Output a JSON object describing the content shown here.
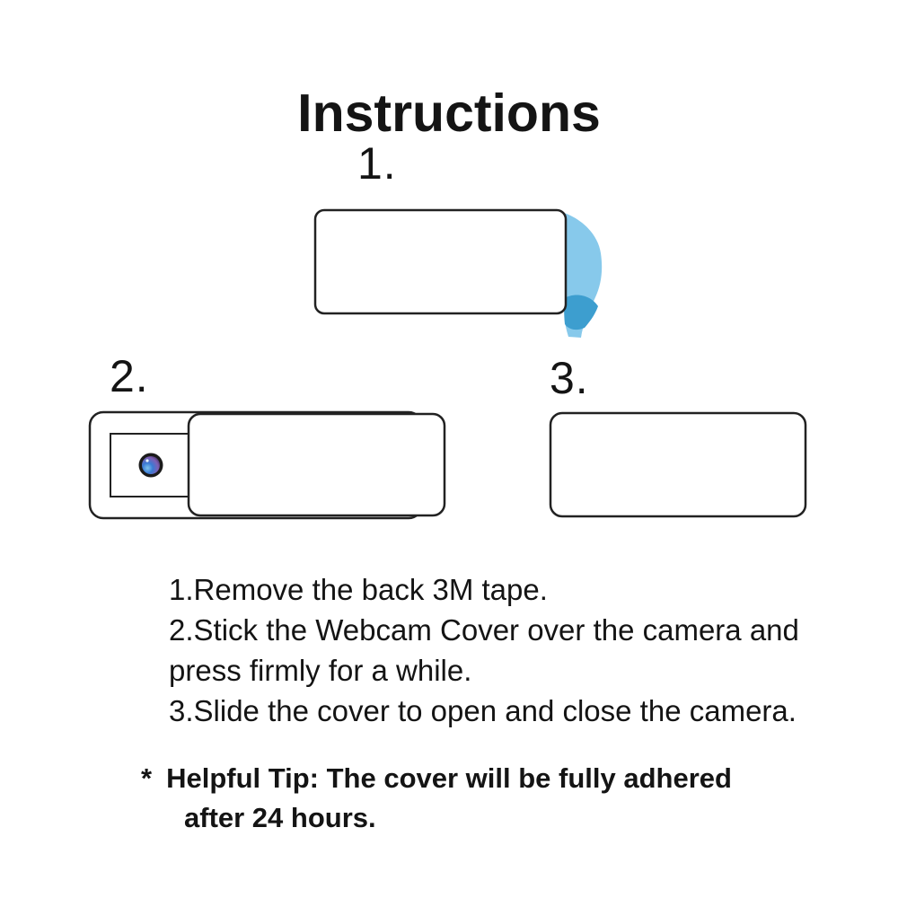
{
  "title": "Instructions",
  "steps": [
    {
      "number": "1.",
      "illustration": "webcam-cover-with-3m-tape-peeling"
    },
    {
      "number": "2.",
      "illustration": "webcam-cover-slid-open-lens-visible"
    },
    {
      "number": "3.",
      "illustration": "webcam-cover-closed"
    }
  ],
  "instructions": {
    "lines": [
      "1.Remove the back 3M tape.",
      "2.Stick the Webcam Cover over the camera and",
      "press firmly for a while.",
      "3.Slide the cover to open and close the camera."
    ]
  },
  "tip": {
    "marker": "*",
    "lines": [
      "Helpful Tip: The cover will be fully adhered",
      "after 24 hours."
    ]
  },
  "colors": {
    "paper": "#ffffff",
    "ink": "#141414",
    "outline": "#222222",
    "tape_light": "#87c9eb",
    "tape_dark": "#3d9ecf",
    "lens_ring": "#1b1b1b",
    "lens_dark": "#131327",
    "lens_purple": "#7f5fb5",
    "lens_blue": "#3a7bd5",
    "lens_highlight": "#7fc4ee"
  }
}
